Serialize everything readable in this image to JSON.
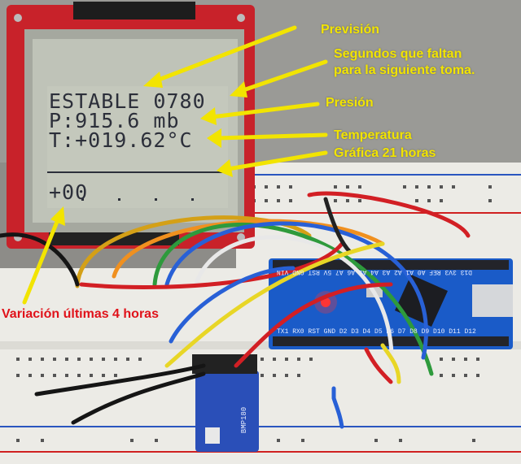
{
  "lcd": {
    "line1": "ESTABLE 0780",
    "line2": "P:915.6 mb",
    "line3": "T:+019.62°C",
    "line4": "+00"
  },
  "annotations": {
    "prevision": "Previsión",
    "segundos_1": "Segundos que faltan",
    "segundos_2": "para la siguiente toma.",
    "presion": "Presión",
    "temperatura": "Temperatura",
    "grafica": "Gráfica 21 horas",
    "variacion": "Variación últimas 4 horas"
  },
  "arduino_header": {
    "top": "D13 3V3 REF A0 A1 A2 A3 A4 A5 A6 A7 5V RST GND VIN",
    "bottom": "TX1 RX0 RST GND D2 D3 D4 D5 D6 D7 D8 D9 D10 D11 D12"
  },
  "sensor_label": "BMP180",
  "colors": {
    "annotation_text": "#f2e400",
    "annotation_arrow": "#f2e400",
    "variation_text": "#e0121a",
    "lcd_bg": "#bfc3b8",
    "pcb_red": "#c8222a",
    "arduino_blue": "#1a5bc8",
    "breadboard": "#ecebe6"
  }
}
